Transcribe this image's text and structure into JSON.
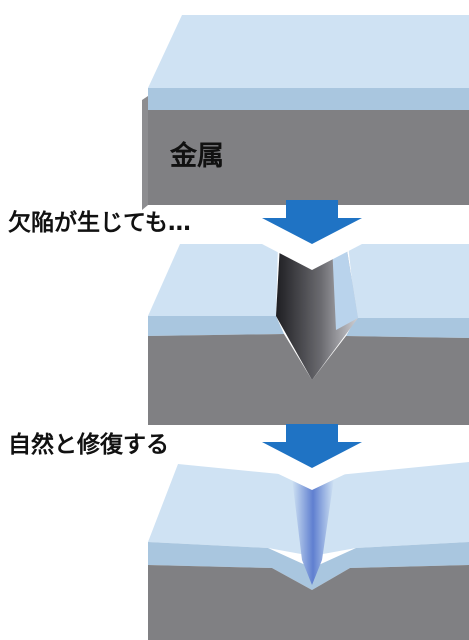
{
  "block_label": "金属",
  "step_captions": [
    "欠陥が生じても…",
    "自然と修復する"
  ],
  "colors": {
    "coating_top": "#cfe2f3",
    "coating_edge": "#8faec3",
    "metal_face": "#808083",
    "metal_side": "#99999c",
    "arrow": "#1f73c4",
    "groove_dark": "#222226",
    "groove_light": "#bcbcc2",
    "healed_groove": "#5f7fd0"
  }
}
